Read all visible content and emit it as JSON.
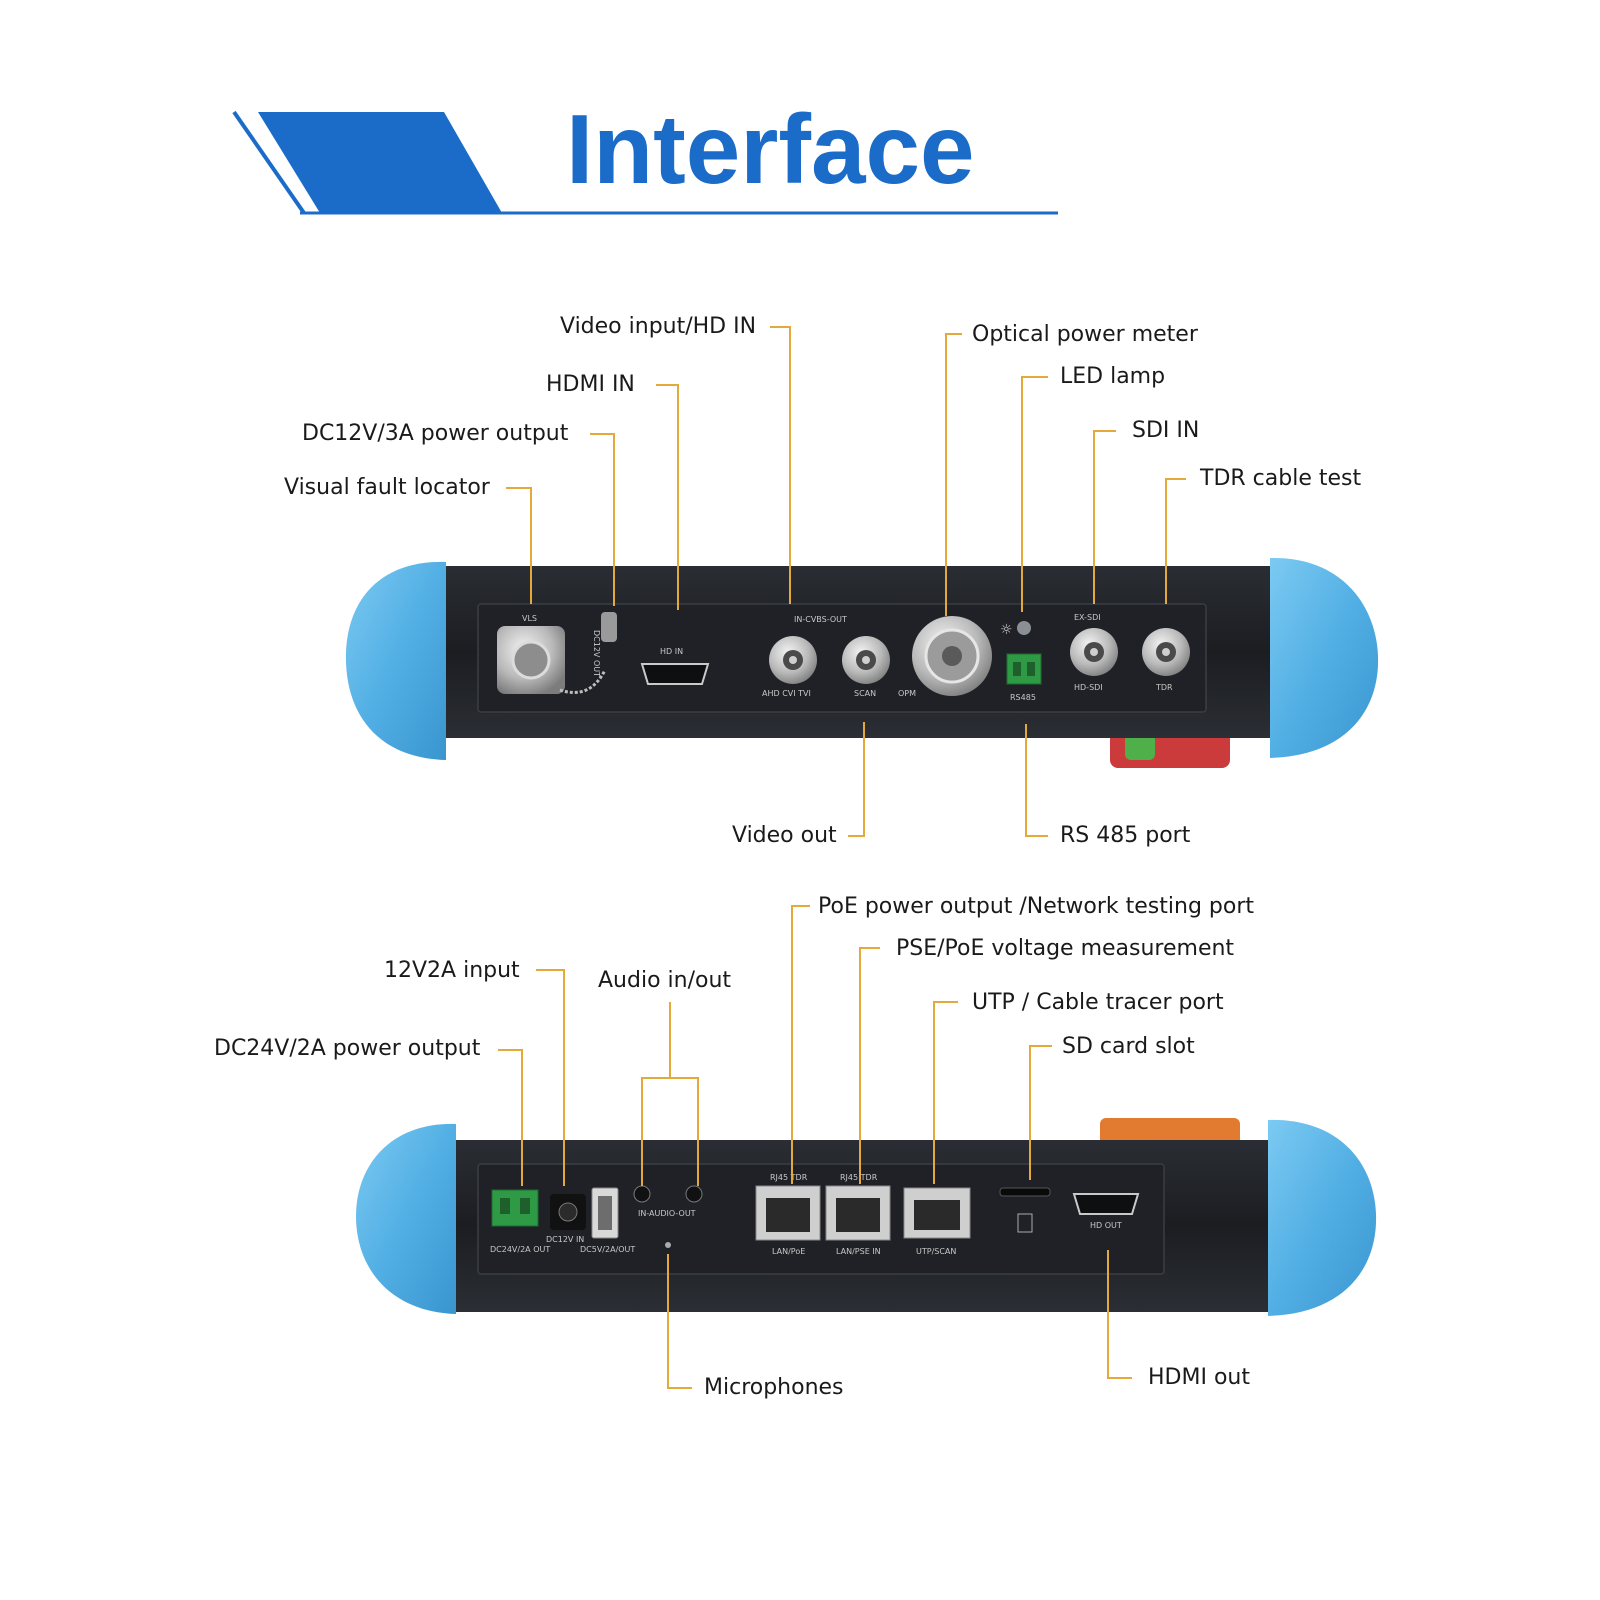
{
  "title": "Interface",
  "colors": {
    "accent_blue": "#1b6cc9",
    "leader_line": "#e3a93a",
    "bumper": "#58b4e8",
    "body": "#1c1e22"
  },
  "top_panel": {
    "callouts": {
      "video_input_hd_in": "Video input/HD IN",
      "optical_power_meter": "Optical power meter",
      "hdmi_in": "HDMI IN",
      "led_lamp": "LED lamp",
      "dc12v3a_output": "DC12V/3A power output",
      "sdi_in": "SDI IN",
      "visual_fault_locator": "Visual fault locator",
      "tdr_cable_test": "TDR cable test",
      "video_out": "Video out",
      "rs485_port": "RS 485 port"
    },
    "port_markings": {
      "vls": "VLS",
      "dc12v_out": "DC12V OUT",
      "hd_in": "HD IN",
      "cvbs": "IN-CVBS-OUT",
      "ahd": "AHD CVI TVI",
      "scan": "SCAN",
      "opm": "OPM",
      "rs485": "RS485",
      "ex_sdi": "EX-SDI",
      "hd_sdi": "HD-SDI",
      "tdr": "TDR"
    }
  },
  "bottom_panel": {
    "callouts": {
      "poe_output": "PoE power output /Network testing port",
      "pse_poe": "PSE/PoE voltage measurement",
      "input_12v2a": "12V2A input",
      "audio": "Audio in/out",
      "utp": "UTP / Cable tracer port",
      "dc24v2a_output": "DC24V/2A power output",
      "sd_card": "SD card slot",
      "microphones": "Microphones",
      "hdmi_out": "HDMI out"
    },
    "port_markings": {
      "dc24v": "DC24V/2A OUT",
      "dc12v_in": "DC12V IN",
      "dc5v": "DC5V/2A/OUT",
      "audio": "IN-AUDIO-OUT",
      "rj45_1": "RJ45 TDR",
      "rj45_2": "RJ45 TDR",
      "lan_poe": "LAN/PoE",
      "lan_pse": "LAN/PSE IN",
      "utp_scan": "UTP/SCAN",
      "hd_out": "HD OUT"
    }
  }
}
